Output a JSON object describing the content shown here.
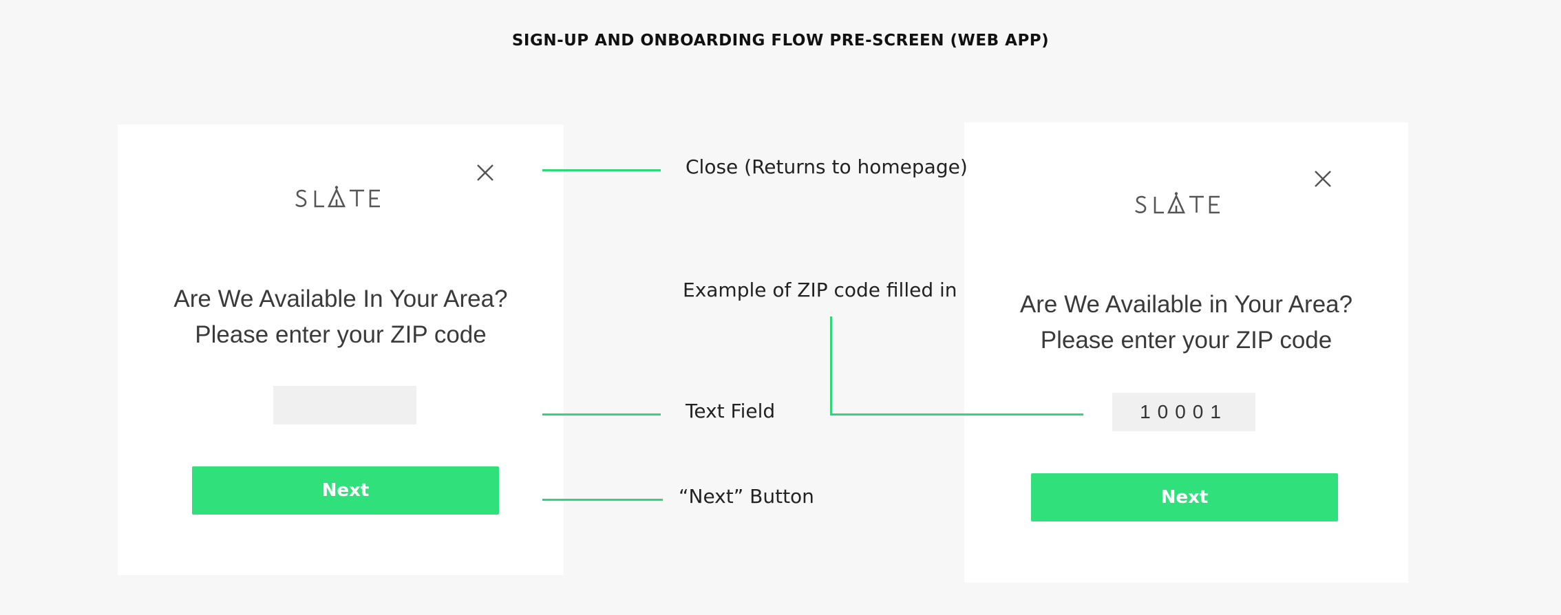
{
  "page_title": "SIGN-UP AND ONBOARDING FLOW PRE-SCREEN (WEB APP)",
  "colors": {
    "accent": "#30e07a",
    "field_bg": "#f0f0f0",
    "panel_bg": "#ffffff",
    "page_bg": "#f7f7f7"
  },
  "screens": [
    {
      "logo_text": "SLATE",
      "heading_line1": "Are We Available In Your Area?",
      "heading_line2": "Please enter your ZIP code",
      "zip_value": "",
      "next_label": "Next",
      "close_icon": "close-icon"
    },
    {
      "logo_text": "SLATE",
      "heading_line1": "Are We Available in Your Area?",
      "heading_line2": "Please enter your ZIP code",
      "zip_value": "10001",
      "next_label": "Next",
      "close_icon": "close-icon"
    }
  ],
  "annotations": {
    "close": "Close (Returns to homepage)",
    "zip_example": "Example of ZIP code filled in",
    "text_field": "Text Field",
    "next_button": "“Next” Button"
  }
}
